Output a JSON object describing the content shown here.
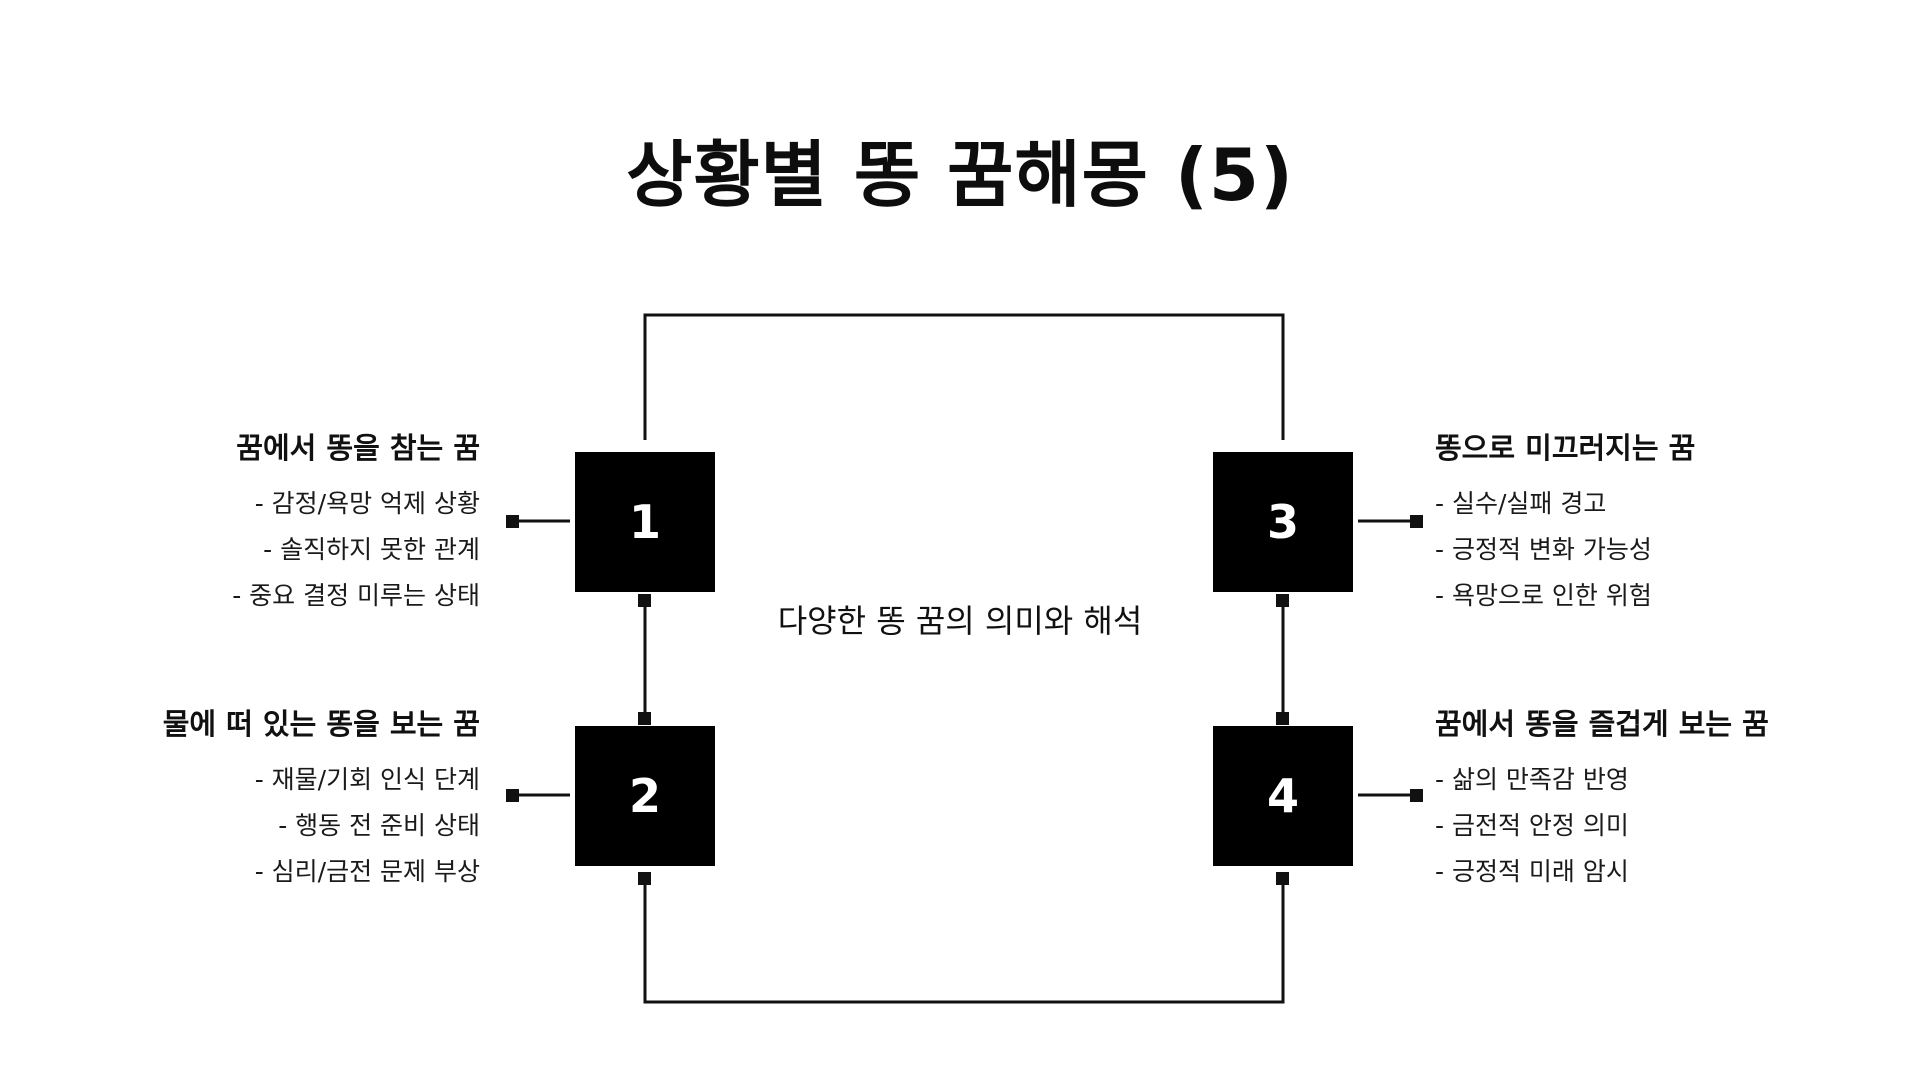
{
  "slide": {
    "title": "상황별 똥 꿈해몽 (5)",
    "center_caption": "다양한 똥 꿈의 의미와 해석",
    "background_color": "#ffffff",
    "node_color": "#000000",
    "node_text_color": "#ffffff",
    "text_color": "#111111"
  },
  "nodes": [
    {
      "number": "1"
    },
    {
      "number": "2"
    },
    {
      "number": "3"
    },
    {
      "number": "4"
    }
  ],
  "blocks": [
    {
      "number": "1",
      "side": "left",
      "heading": "꿈에서 똥을 참는 꿈",
      "bullets": [
        "- 감정/욕망 억제 상황",
        "- 솔직하지 못한 관계",
        "- 중요 결정 미루는 상태"
      ]
    },
    {
      "number": "2",
      "side": "left",
      "heading": "물에 떠 있는 똥을 보는 꿈",
      "bullets": [
        "- 재물/기회 인식 단계",
        "- 행동 전 준비 상태",
        "- 심리/금전 문제 부상"
      ]
    },
    {
      "number": "3",
      "side": "right",
      "heading": "똥으로 미끄러지는 꿈",
      "bullets": [
        "- 실수/실패 경고",
        "- 긍정적 변화 가능성",
        "- 욕망으로 인한 위험"
      ]
    },
    {
      "number": "4",
      "side": "right",
      "heading": "꿈에서 똥을 즐겁게 보는 꿈",
      "bullets": [
        "- 삶의 만족감 반영",
        "- 금전적 안정 의미",
        "- 긍정적 미래 암시"
      ]
    }
  ]
}
